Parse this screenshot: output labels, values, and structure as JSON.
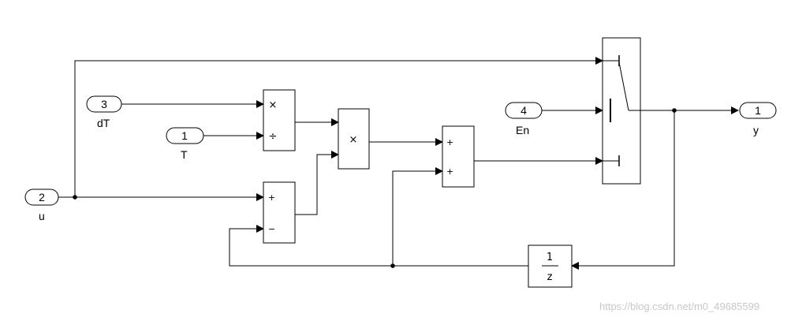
{
  "inports": [
    {
      "id": "u",
      "number": "2",
      "label": "u"
    },
    {
      "id": "dT",
      "number": "3",
      "label": "dT"
    },
    {
      "id": "T",
      "number": "1",
      "label": "T"
    },
    {
      "id": "En",
      "number": "4",
      "label": "En"
    }
  ],
  "outport": {
    "number": "1",
    "label": "y"
  },
  "blocks": {
    "divide": {
      "top_op": "×",
      "bottom_op": "÷"
    },
    "product": {
      "op": "×"
    },
    "subtract": {
      "plus": "+",
      "minus": "−"
    },
    "sum": {
      "plus1": "+",
      "plus2": "+"
    },
    "unit_delay": {
      "numerator": "1",
      "denominator": "z"
    }
  },
  "watermark": "https://blog.csdn.net/m0_49685599"
}
